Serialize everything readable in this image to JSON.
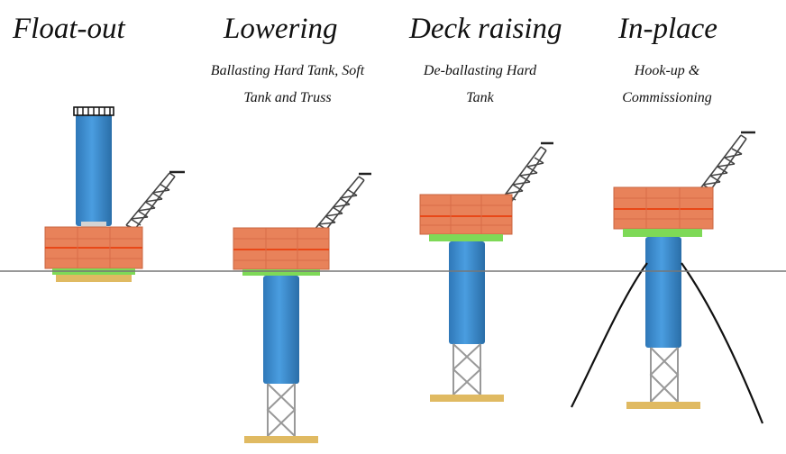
{
  "stages": [
    {
      "title": "Float-out",
      "subtitle": []
    },
    {
      "title": "Lowering",
      "subtitle": [
        "Ballasting Hard Tank, Soft",
        "Tank and Truss"
      ]
    },
    {
      "title": "Deck raising",
      "subtitle": [
        "De-ballasting Hard",
        "Tank"
      ]
    },
    {
      "title": "In-place",
      "subtitle": [
        "Hook-up &",
        "Commissioning"
      ]
    }
  ],
  "colors": {
    "deck": "#e8825a",
    "deck_lines": "#e84818",
    "hull": "#3f8fd0",
    "truss": "#b8b8b8",
    "pad": "#e0ba62",
    "green_pad": "#7ed957",
    "crane": "#444444",
    "water_line": "#777777",
    "mooring": "#111111"
  }
}
